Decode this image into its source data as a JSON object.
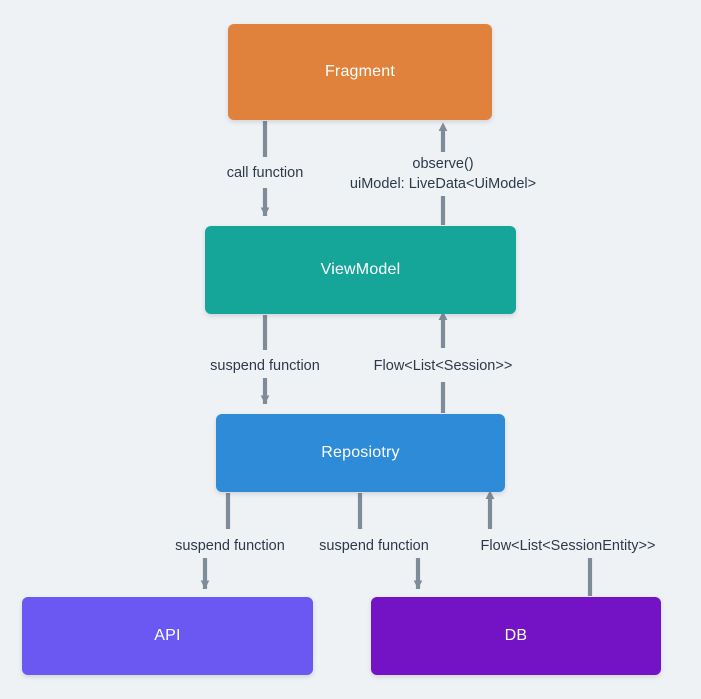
{
  "diagram": {
    "title": "Android app architecture data flow",
    "background_color": "#eff2f5",
    "connector_color": "#7e8c9a",
    "label_color": "#2b3a4a",
    "nodes": [
      {
        "id": "fragment",
        "label": "Fragment",
        "color": "#e0823c"
      },
      {
        "id": "viewmodel",
        "label": "ViewModel",
        "color": "#16a699"
      },
      {
        "id": "repository",
        "label": "Reposiotry",
        "color": "#2e8bd8"
      },
      {
        "id": "api",
        "label": "API",
        "color": "#6b57f2"
      },
      {
        "id": "db",
        "label": "DB",
        "color": "#7412c6"
      }
    ],
    "edges": [
      {
        "id": "fragment-to-viewmodel",
        "from": "Fragment",
        "to": "ViewModel",
        "direction": "down",
        "label": "call function"
      },
      {
        "id": "viewmodel-to-fragment",
        "from": "ViewModel",
        "to": "Fragment",
        "direction": "up",
        "label_line1": "observe()",
        "label_line2": "uiModel: LiveData<UiModel>"
      },
      {
        "id": "viewmodel-to-repository",
        "from": "ViewModel",
        "to": "Reposiotry",
        "direction": "down",
        "label": "suspend function"
      },
      {
        "id": "repository-to-viewmodel",
        "from": "Reposiotry",
        "to": "ViewModel",
        "direction": "up",
        "label": "Flow<List<Session>>"
      },
      {
        "id": "repository-to-api",
        "from": "Reposiotry",
        "to": "API",
        "direction": "down",
        "label": "suspend function"
      },
      {
        "id": "repository-to-db",
        "from": "Reposiotry",
        "to": "DB",
        "direction": "down",
        "label": "suspend function"
      },
      {
        "id": "db-to-repository",
        "from": "DB",
        "to": "Reposiotry",
        "direction": "up",
        "label": "Flow<List<SessionEntity>>"
      }
    ]
  }
}
